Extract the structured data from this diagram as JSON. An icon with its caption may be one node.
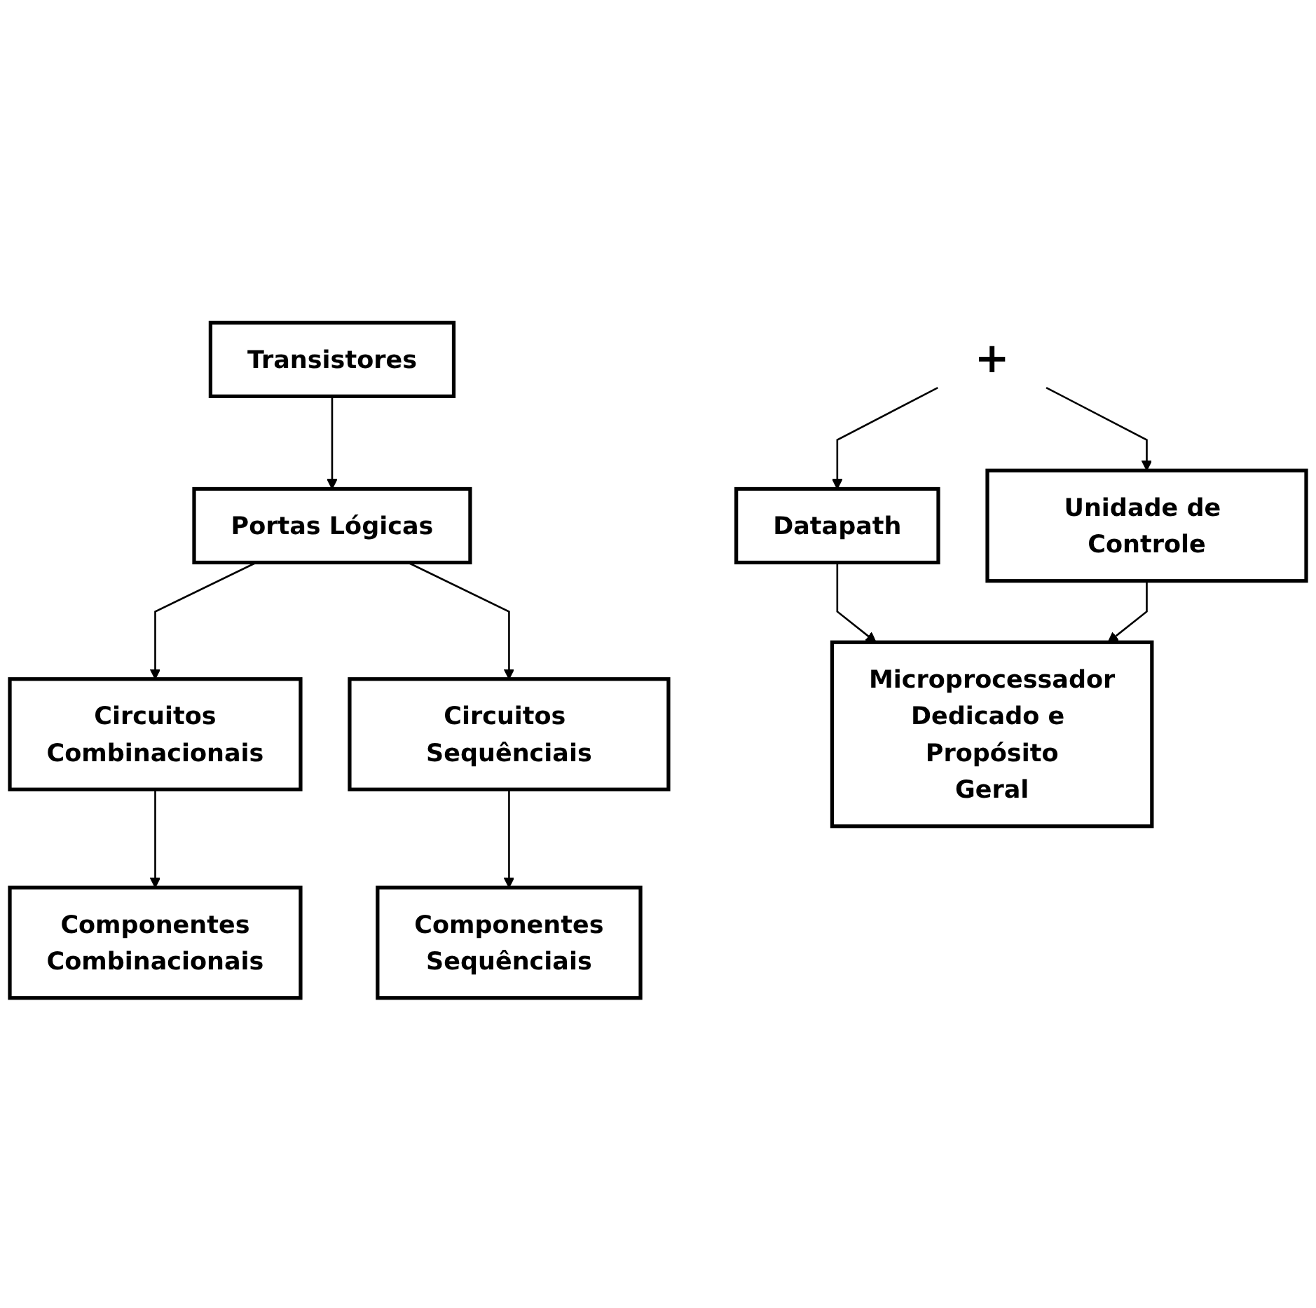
{
  "diagram": {
    "nodes": [
      {
        "text": [
          "Transistores"
        ]
      },
      {
        "text": [
          "Portas Lógicas"
        ]
      },
      {
        "text": [
          "Circuitos Combinacionais"
        ]
      },
      {
        "text": [
          "Circuitos Sequênciais"
        ]
      },
      {
        "text": [
          "Componentes Combinacionais"
        ]
      },
      {
        "text": [
          "Componentes Sequênciais"
        ]
      },
      {
        "text": [
          "+"
        ]
      },
      {
        "text": [
          "Datapath"
        ]
      },
      {
        "text": [
          "Unidade de Controle"
        ]
      },
      {
        "text": [
          "Microprocessador Dedicado e Propósito Geral"
        ]
      }
    ],
    "edges": [
      {
        "from": 0,
        "to": 1,
        "arrow": "to"
      },
      {
        "from": 1,
        "to": 2,
        "arrow": "to"
      },
      {
        "from": 1,
        "to": 3,
        "arrow": "to"
      },
      {
        "from": 2,
        "to": 4,
        "arrow": "to"
      },
      {
        "from": 3,
        "to": 5,
        "arrow": "to"
      },
      {
        "from": 6,
        "to": 7,
        "arrow": "to"
      },
      {
        "from": 6,
        "to": 8,
        "arrow": "to"
      },
      {
        "from": 7,
        "to": 9,
        "arrow": "to"
      },
      {
        "from": 8,
        "to": 9,
        "arrow": "to"
      }
    ]
  }
}
